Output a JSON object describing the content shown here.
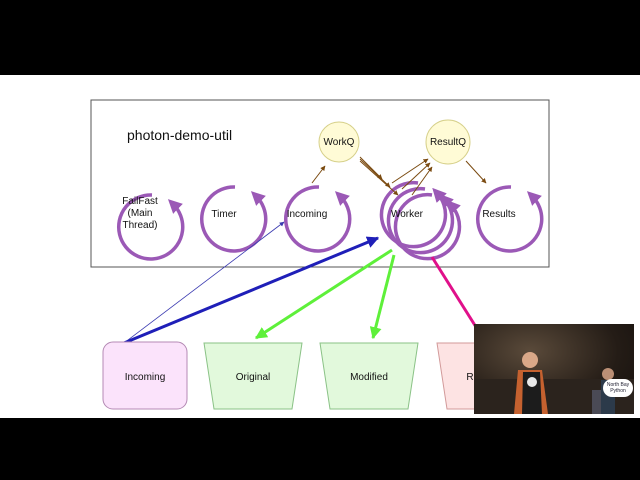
{
  "diagram": {
    "title": "photon-demo-util",
    "nodes": {
      "failfast": [
        "FailFast",
        "(Main",
        "Thread)"
      ],
      "timer": "Timer",
      "incoming": "Incoming",
      "worker": "Worker",
      "results": "Results",
      "workq": "WorkQ",
      "resultq": "ResultQ"
    },
    "stores": {
      "incoming": "Incoming",
      "original": "Original",
      "modified": "Modified",
      "results_partial": "R"
    }
  },
  "colors": {
    "loop": "#9b59b6",
    "queue_fill": "#fffbd6",
    "queue_stroke": "#d6d08a",
    "arrow_brown": "#7a4a10",
    "arrow_blue_dark": "#1f1fb8",
    "arrow_blue_thin": "#3a3ab0",
    "arrow_green": "#5ef03a",
    "arrow_magenta": "#e0108a",
    "store_pink_fill": "#fbe3fb",
    "store_green_fill": "#e2f9dc",
    "store_red_fill": "#fde3e3"
  },
  "video_overlay": {
    "badge_line1": "North Bay",
    "badge_line2": "Python"
  }
}
